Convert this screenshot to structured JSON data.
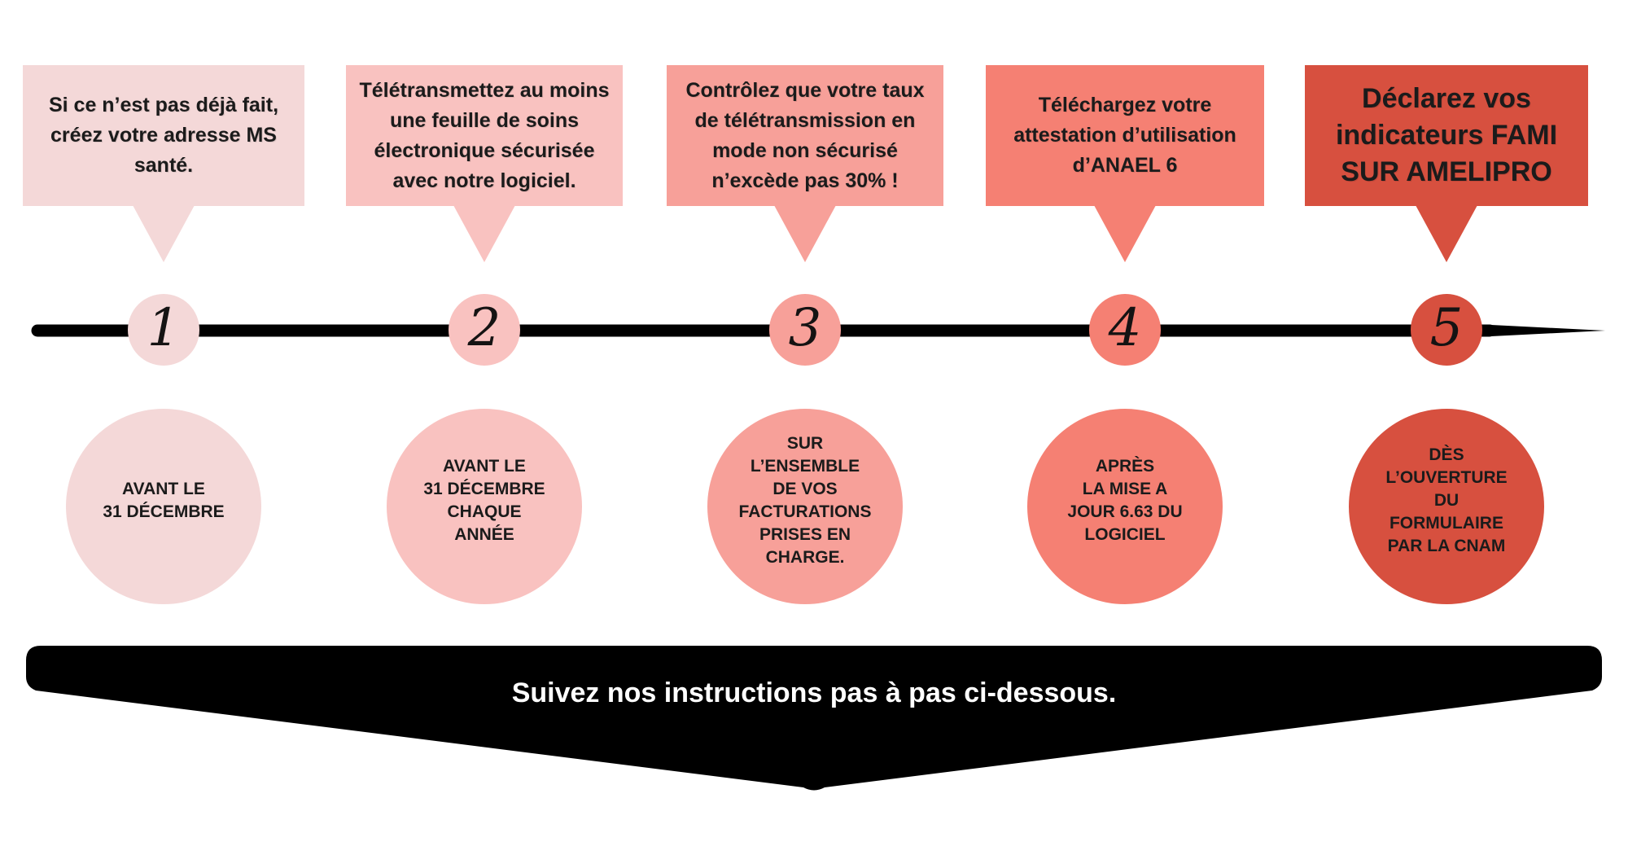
{
  "title": "Timeline infographic FAMI",
  "colors": {
    "timeline": "#000000",
    "banner": "#000000",
    "banner_text": "#ffffff",
    "body_text": "#1b1b1b"
  },
  "banner": {
    "text": "Suivez nos instructions pas à pas ci-dessous."
  },
  "steps": [
    {
      "number": "1",
      "color": "#f4d8d8",
      "bubble": "Si ce n’est pas déjà fait,\ncréez votre adresse MS\nsanté.",
      "circle": "AVANT LE\n31 DÉCEMBRE"
    },
    {
      "number": "2",
      "color": "#f9c2c0",
      "bubble": "Télétransmettez au moins\nune feuille de soins\nélectronique sécurisée\navec notre logiciel.",
      "circle": "AVANT LE\n31 DÉCEMBRE\nCHAQUE\nANNÉE"
    },
    {
      "number": "3",
      "color": "#f7a099",
      "bubble": "Contrôlez que votre taux\nde télétransmission en\nmode non sécurisé\nn’excède pas 30% !",
      "circle": "SUR\nL’ENSEMBLE\nDE VOS\nFACTURATIONS\nPRISES EN\nCHARGE."
    },
    {
      "number": "4",
      "color": "#f58073",
      "bubble": "Téléchargez votre\nattestation d’utilisation\nd’ANAEL 6",
      "circle": "APRÈS\nLA MISE A\nJOUR 6.63 DU\nLOGICIEL"
    },
    {
      "number": "5",
      "color": "#d7503f",
      "bubble": "Déclarez vos\nindicateurs FAMI\nSUR AMELIPRO",
      "circle": "DÈS\nL’OUVERTURE\nDU\nFORMULAIRE\nPAR LA CNAM"
    }
  ]
}
